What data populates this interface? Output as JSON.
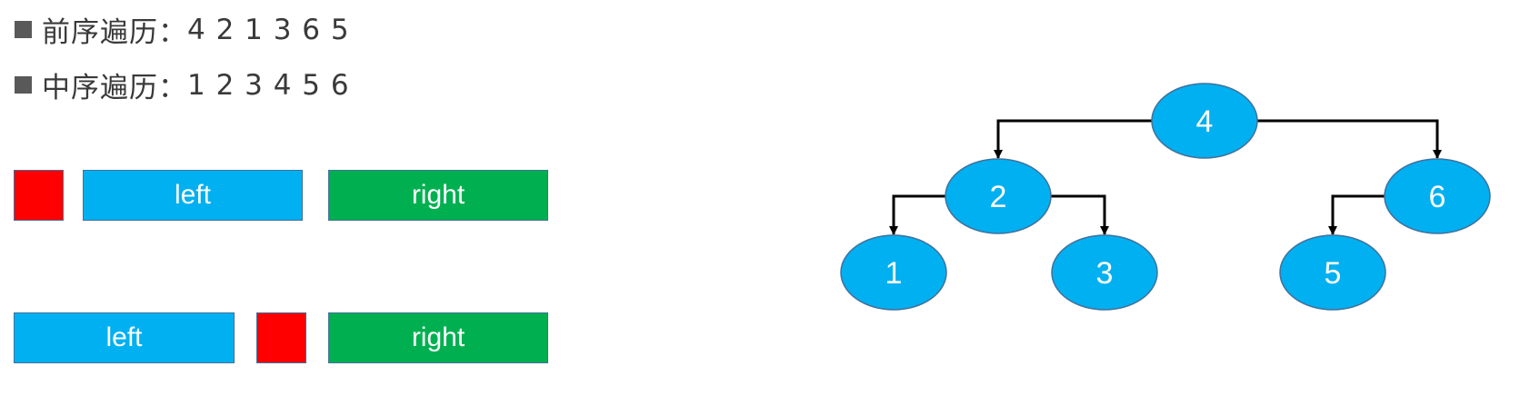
{
  "traversals": {
    "preorder": {
      "label": "前序遍历：",
      "sequence": "4 2 1 3 6 5"
    },
    "inorder": {
      "label": "中序遍历：",
      "sequence": "1 2 3 4 5 6"
    }
  },
  "layout_rows": {
    "preorder_row": {
      "left_label": "left",
      "right_label": "right"
    },
    "inorder_row": {
      "left_label": "left",
      "right_label": "right"
    }
  },
  "colors": {
    "root": "#ff0000",
    "left": "#00b0f0",
    "right": "#00b050",
    "node_fill": "#00b0f0",
    "node_stroke": "#41719c",
    "edge": "#000000"
  },
  "tree": {
    "nodes": [
      {
        "id": "4",
        "label": "4"
      },
      {
        "id": "2",
        "label": "2"
      },
      {
        "id": "6",
        "label": "6"
      },
      {
        "id": "1",
        "label": "1"
      },
      {
        "id": "3",
        "label": "3"
      },
      {
        "id": "5",
        "label": "5"
      }
    ],
    "edges": [
      {
        "from": "4",
        "to": "2"
      },
      {
        "from": "4",
        "to": "6"
      },
      {
        "from": "2",
        "to": "1"
      },
      {
        "from": "2",
        "to": "3"
      },
      {
        "from": "6",
        "to": "5"
      }
    ]
  }
}
